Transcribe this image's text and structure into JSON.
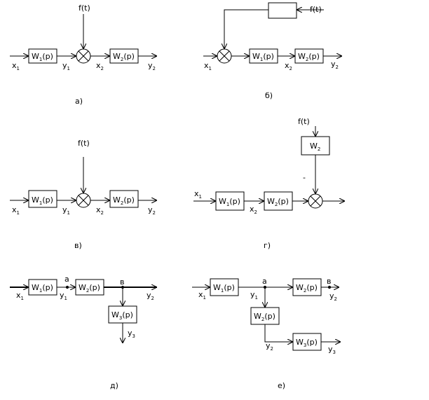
{
  "diagrams": [
    {
      "id": "a",
      "caption": "а)",
      "blocks": [
        {
          "name": "W",
          "sub": "1",
          "arg": "(p)"
        },
        {
          "name": "W",
          "sub": "2",
          "arg": "(p)"
        }
      ],
      "signals": [
        {
          "name": "x",
          "sub": "1"
        },
        {
          "name": "y",
          "sub": "1"
        },
        {
          "name": "x",
          "sub": "2"
        },
        {
          "name": "y",
          "sub": "2"
        }
      ],
      "disturbance": "f(t)"
    },
    {
      "id": "b",
      "caption": "б)",
      "blocks": [
        {
          "name": "W",
          "sub": "1",
          "arg": "(p)"
        },
        {
          "name": "W",
          "sub": "2",
          "arg": "(p)"
        }
      ],
      "signals": [
        {
          "name": "x",
          "sub": "1"
        },
        {
          "name": "x",
          "sub": "2"
        },
        {
          "name": "y",
          "sub": "2"
        }
      ],
      "disturbance": "f(t)"
    },
    {
      "id": "v",
      "caption": "в)",
      "blocks": [
        {
          "name": "W",
          "sub": "1",
          "arg": "(p)"
        },
        {
          "name": "W",
          "sub": "2",
          "arg": "(p)"
        }
      ],
      "signals": [
        {
          "name": "x",
          "sub": "1"
        },
        {
          "name": "y",
          "sub": "1"
        },
        {
          "name": "x",
          "sub": "2"
        },
        {
          "name": "y",
          "sub": "2"
        }
      ],
      "disturbance": "f(t)"
    },
    {
      "id": "g",
      "caption": "г)",
      "blocks": [
        {
          "name": "W",
          "sub": "1",
          "arg": "(p)"
        },
        {
          "name": "W",
          "sub": "2",
          "arg": "(p)"
        },
        {
          "name": "W",
          "sub": "2",
          "arg": ""
        }
      ],
      "signals": [
        {
          "name": "x",
          "sub": "1"
        },
        {
          "name": "x",
          "sub": "2"
        }
      ],
      "disturbance": "f(t)",
      "sign": "-"
    },
    {
      "id": "d",
      "caption": "д)",
      "blocks": [
        {
          "name": "W",
          "sub": "1",
          "arg": "(p)"
        },
        {
          "name": "W",
          "sub": "2",
          "arg": "(p)"
        },
        {
          "name": "W",
          "sub": "3",
          "arg": "(p)"
        }
      ],
      "signals": [
        {
          "name": "x",
          "sub": "1"
        },
        {
          "name": "y",
          "sub": "1"
        },
        {
          "name": "y",
          "sub": "2"
        },
        {
          "name": "y",
          "sub": "3"
        }
      ],
      "nodes": [
        "а",
        "в"
      ]
    },
    {
      "id": "e",
      "caption": "е)",
      "blocks": [
        {
          "name": "W",
          "sub": "1",
          "arg": "(p)"
        },
        {
          "name": "W",
          "sub": "2",
          "arg": "(p)"
        },
        {
          "name": "W",
          "sub": "2",
          "arg": "(p)"
        },
        {
          "name": "W",
          "sub": "3",
          "arg": "(p)"
        }
      ],
      "signals": [
        {
          "name": "x",
          "sub": "1"
        },
        {
          "name": "y",
          "sub": "1"
        },
        {
          "name": "y",
          "sub": "2"
        },
        {
          "name": "y",
          "sub": "2"
        },
        {
          "name": "y",
          "sub": "3"
        }
      ],
      "nodes": [
        "а",
        "в"
      ]
    }
  ]
}
